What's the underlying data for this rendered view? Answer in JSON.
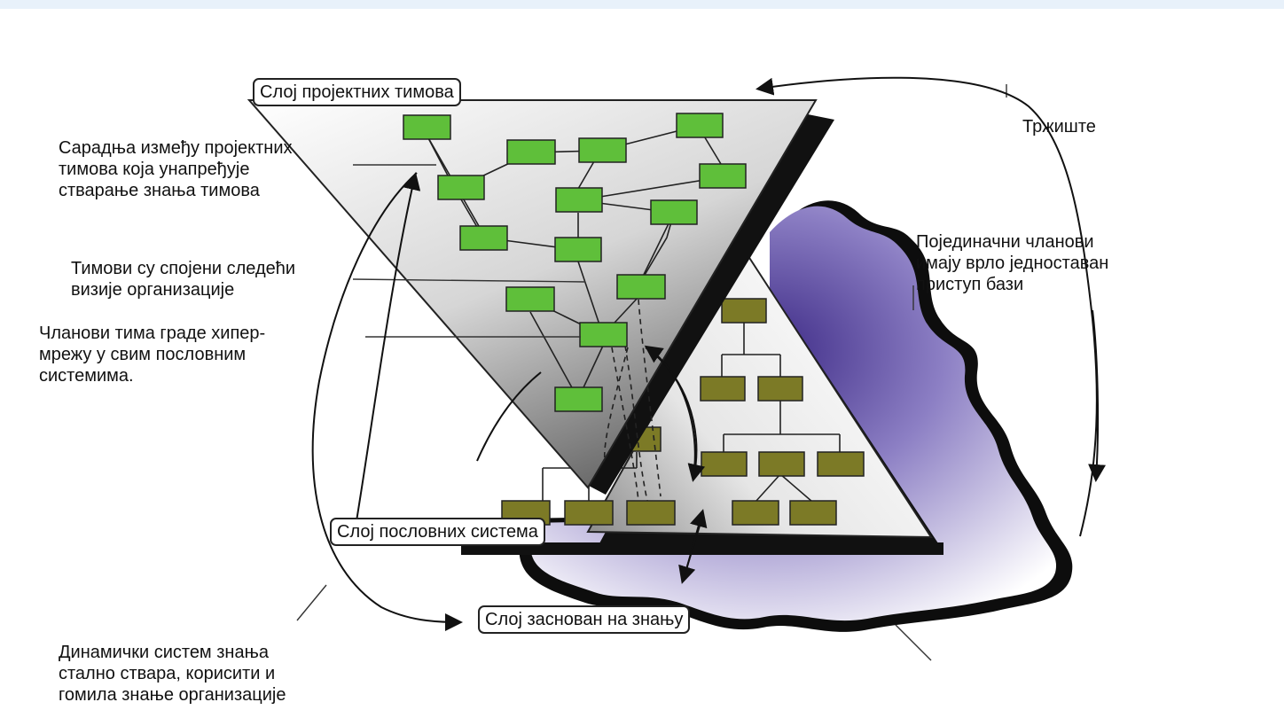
{
  "colors": {
    "top_strip": "#e8f1fa",
    "accent_blue": "#3a86c8",
    "team_box": "#5fbf3a",
    "business_box": "#7c7a26",
    "knowledge_base": "#4a3290",
    "outline": "#111111"
  },
  "labels": {
    "project_layer": "Слој пројектних тимова",
    "business_layer": "Слој пословних система",
    "knowledge_layer": "Слој заснован на знању",
    "market": "Тржиште",
    "collaboration": "Сарадња између пројектних\nтимова која унапређује\nстварање знања тимова",
    "teams_connected": "Тимови су спојени следећи\nвизије организације",
    "hypernetwork": "Чланови тима граде хипер-\nмрежу у свим пословним\nсистемима.",
    "individual_access": "Појединачни чланови\nимају врло једноставан\nприступ бази",
    "dynamic_system": "Динамички систем знања\nстално ствара, корисити и\nгомила знање организације"
  },
  "icons": [
    "curved-arrow-icon",
    "double-arrow-icon"
  ]
}
